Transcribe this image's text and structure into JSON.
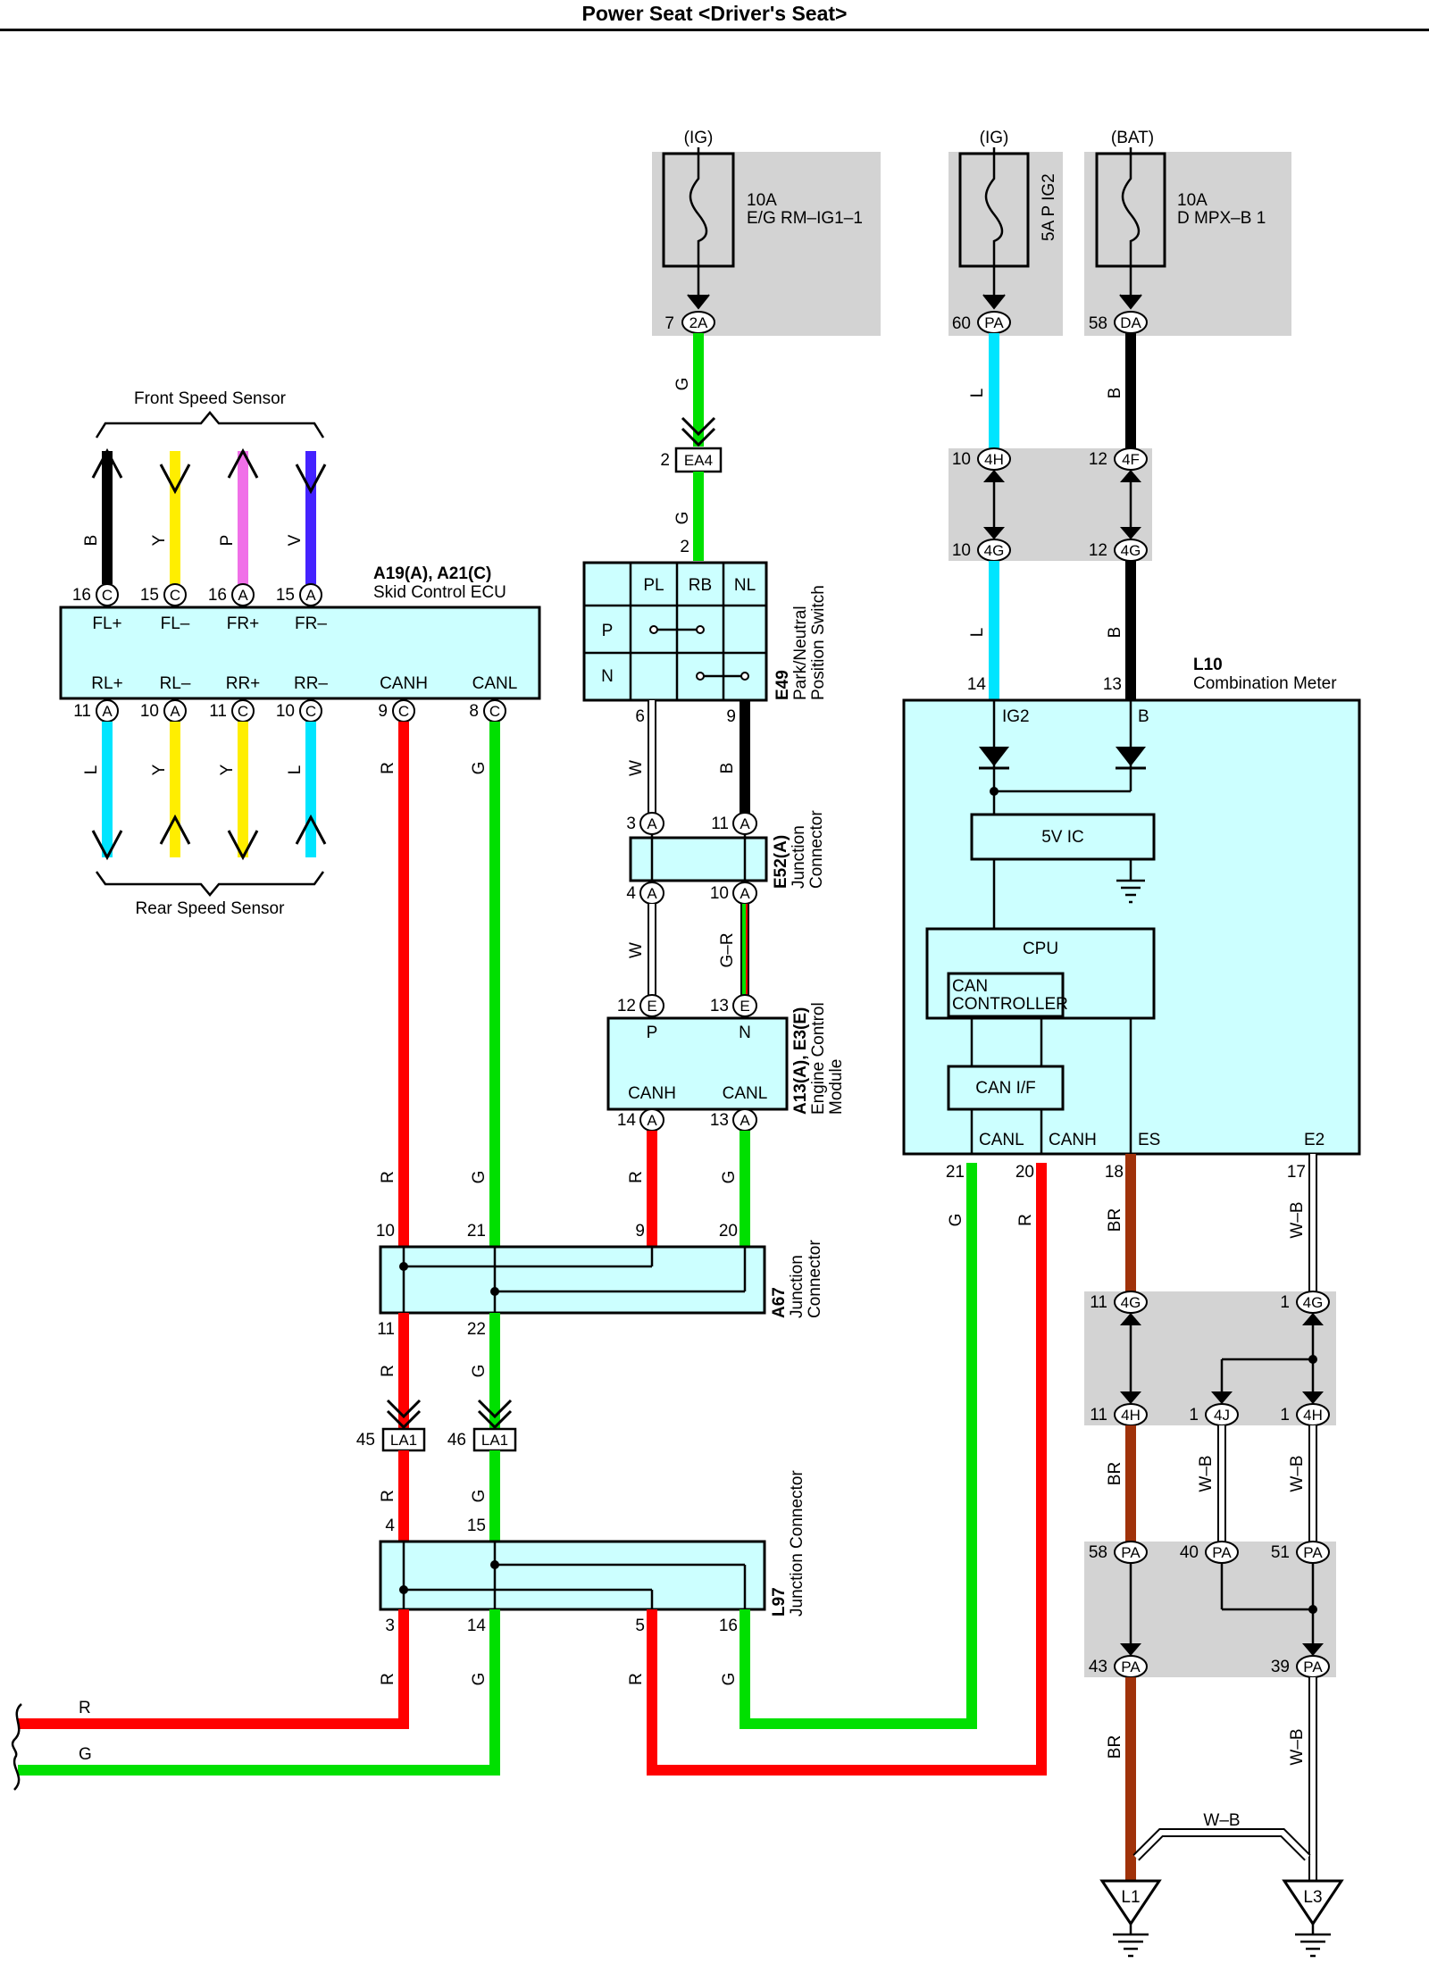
{
  "page": {
    "title": "Power Seat <Driver's Seat>"
  },
  "colors": {
    "R": "#ff0000",
    "G": "#00e000",
    "B": "#000000",
    "L": "#00e5ff",
    "Y": "#ffee00",
    "P": "#f070e8",
    "V": "#4422ff",
    "BR": "#a0320a",
    "W": "#ffffff",
    "W-B": "#ffffff",
    "box_fill": "#ccffff",
    "shade": "#d3d3d3"
  },
  "fuses": {
    "f1": {
      "supply": "(IG)",
      "rating": "10A",
      "name": "E/G RM–IG1–1",
      "pin_num": "7",
      "pin_conn": "2A"
    },
    "f2": {
      "supply": "(IG)",
      "rating_name": "5A P IG2",
      "pin_num": "60",
      "pin_conn": "PA"
    },
    "f3": {
      "supply": "(BAT)",
      "rating": "10A",
      "name": "D MPX–B 1",
      "pin_num": "58",
      "pin_conn": "DA"
    }
  },
  "skid_ecu": {
    "ref": "A19(A), A21(C)",
    "name": "Skid Control ECU",
    "front_sensor": "Front Speed Sensor",
    "rear_sensor": "Rear Speed Sensor",
    "top_pins": [
      {
        "num": "16",
        "conn": "C",
        "label": "FL+",
        "wire": "B"
      },
      {
        "num": "15",
        "conn": "C",
        "label": "FL–",
        "wire": "Y"
      },
      {
        "num": "16",
        "conn": "A",
        "label": "FR+",
        "wire": "P"
      },
      {
        "num": "15",
        "conn": "A",
        "label": "FR–",
        "wire": "V"
      }
    ],
    "bottom_pins": [
      {
        "num": "11",
        "conn": "A",
        "label": "RL+",
        "wire": "L"
      },
      {
        "num": "10",
        "conn": "A",
        "label": "RL–",
        "wire": "Y"
      },
      {
        "num": "11",
        "conn": "C",
        "label": "RR+",
        "wire": "Y"
      },
      {
        "num": "10",
        "conn": "C",
        "label": "RR–",
        "wire": "L"
      },
      {
        "num": "9",
        "conn": "C",
        "label": "CANH",
        "wire": "R"
      },
      {
        "num": "8",
        "conn": "C",
        "label": "CANL",
        "wire": "G"
      }
    ]
  },
  "park_switch": {
    "ref": "E49",
    "name1": "Park/Neutral",
    "name2": "Position Switch",
    "cols": [
      "PL",
      "RB",
      "NL"
    ],
    "rows": [
      "P",
      "N"
    ],
    "pin_top": "2",
    "pin_6": "6",
    "pin_9": "9",
    "conn_ea4": "EA4",
    "conn_ea4_num": "2",
    "wire_top": "G",
    "wire_top2": "G"
  },
  "e52": {
    "ref": "E52(A)",
    "name1": "Junction",
    "name2": "Connector",
    "pins": {
      "p3": "3",
      "p11": "11",
      "p4": "4",
      "p10": "10"
    },
    "conn": "A",
    "wire_w1": "W",
    "wire_b": "B",
    "wire_w2": "W",
    "wire_gr": "G–R"
  },
  "ecm": {
    "ref": "A13(A), E3(E)",
    "name1": "Engine Control",
    "name2": "Module",
    "p": "P",
    "n": "N",
    "canh": "CANH",
    "canl": "CANL",
    "pin12": "12",
    "pin13e": "13",
    "pin14": "14",
    "pin13a": "13",
    "conn_e": "E",
    "conn_a": "A",
    "wire_r": "R",
    "wire_g": "G"
  },
  "a67": {
    "ref": "A67",
    "name1": "Junction",
    "name2": "Connector",
    "pins": {
      "p10": "10",
      "p21": "21",
      "p9": "9",
      "p20": "20",
      "p11": "11",
      "p22": "22"
    },
    "wires": {
      "r1": "R",
      "g1": "G",
      "r2": "R",
      "g2": "G"
    }
  },
  "la1": {
    "c1num": "45",
    "c1": "LA1",
    "c2num": "46",
    "c2": "LA1",
    "wire_r": "R",
    "wire_g": "G"
  },
  "l97": {
    "ref": "L97",
    "name": "Junction Connector",
    "pins": {
      "p4": "4",
      "p15": "15",
      "p3": "3",
      "p14": "14",
      "p5": "5",
      "p16": "16"
    },
    "wires": {
      "r1": "R",
      "g1": "G",
      "r2": "R",
      "g2": "G"
    }
  },
  "left_bus": {
    "r": "R",
    "g": "G"
  },
  "meter": {
    "ref": "L10",
    "name": "Combination Meter",
    "ig2": "IG2",
    "b": "B",
    "vic": "5V IC",
    "cpu": "CPU",
    "can_ctrl1": "CAN",
    "can_ctrl2": "CONTROLLER",
    "can_if": "CAN I/F",
    "canl": "CANL",
    "canh": "CANH",
    "es": "ES",
    "e2": "E2",
    "pin14": "14",
    "pin13": "13",
    "pin21": "21",
    "pin20": "20",
    "pin18": "18",
    "pin17": "17",
    "wire_l1": "L",
    "wire_b1": "B",
    "wire_l2": "L",
    "wire_b2": "B",
    "wire_g": "G",
    "wire_r": "R",
    "wire_br": "BR",
    "wire_wb": "W–B"
  },
  "joints": {
    "j4h_a": {
      "num": "10",
      "conn": "4H"
    },
    "j4f": {
      "num": "12",
      "conn": "4F"
    },
    "j4g_a": {
      "num": "10",
      "conn": "4G"
    },
    "j4g_b": {
      "num": "12",
      "conn": "4G"
    },
    "j4g_c": {
      "num": "11",
      "conn": "4G"
    },
    "j4g_d": {
      "num": "1",
      "conn": "4G"
    },
    "j4h_b": {
      "num": "11",
      "conn": "4H"
    },
    "j4j": {
      "num": "1",
      "conn": "4J"
    },
    "j4h_c": {
      "num": "1",
      "conn": "4H"
    },
    "jpa_a": {
      "num": "58",
      "conn": "PA"
    },
    "jpa_b": {
      "num": "40",
      "conn": "PA"
    },
    "jpa_c": {
      "num": "51",
      "conn": "PA"
    },
    "jpa_d": {
      "num": "43",
      "conn": "PA"
    },
    "jpa_e": {
      "num": "39",
      "conn": "PA"
    }
  },
  "ground": {
    "l1": "L1",
    "l3": "L3",
    "w_br1": "BR",
    "w_br2": "BR",
    "w_wb1": "W–B",
    "w_wb2": "W–B",
    "w_wb3": "W–B",
    "w_wb4": "W–B"
  }
}
